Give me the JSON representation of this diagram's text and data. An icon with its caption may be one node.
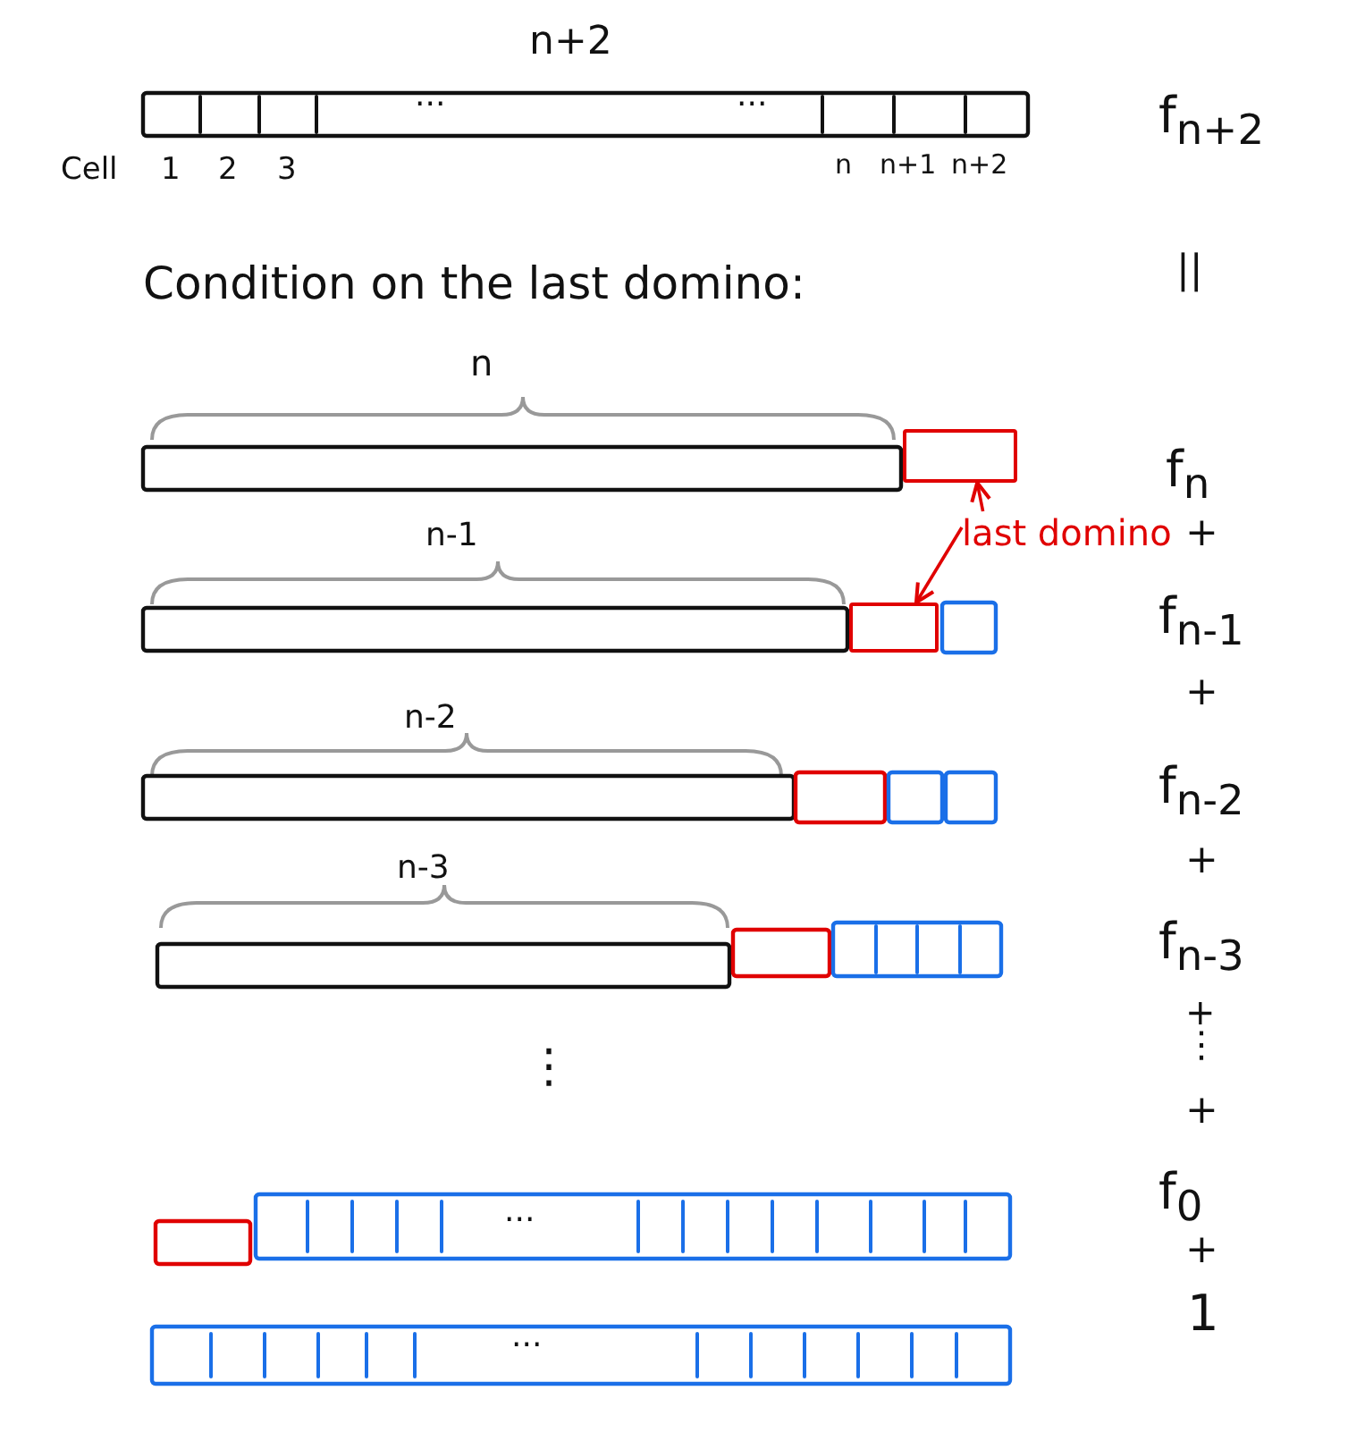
{
  "diagram": {
    "nodes": [
      {
        "text": [
          "last domino"
        ]
      },
      {
        "text": [],
        "shape": "box"
      },
      {
        "text": [],
        "shape": "box"
      }
    ],
    "edges": [
      {
        "from": 0,
        "to": 1,
        "arrow": "to"
      },
      {
        "from": 0,
        "to": 2,
        "arrow": "to"
      }
    ],
    "labels": [
      "n+2",
      "...",
      "...",
      "f$_{n+2}$",
      "Cell",
      "1",
      "2",
      "3",
      "n",
      "n+1",
      "n+2",
      "Condition on the last domino:",
      "||",
      "n",
      "f$_{n}$",
      "n-1",
      "+",
      "f$_{n-1}$",
      "+",
      "n-2",
      "f$_{n-2}$",
      "n-3",
      "+",
      "f$_{n-3}$",
      "+",
      "⋮",
      "⋮",
      "+",
      "...",
      "f$_{0}$",
      "+",
      "...",
      "1"
    ]
  }
}
